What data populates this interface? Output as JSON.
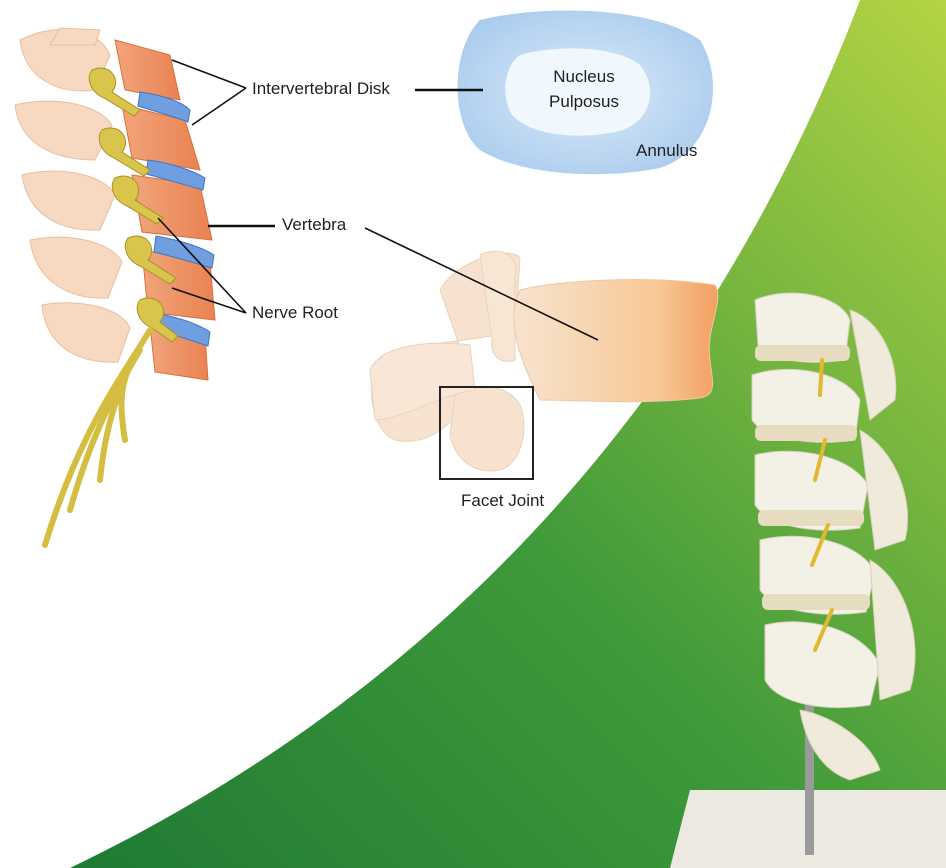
{
  "labels": {
    "intervertebral_disk": "Intervertebral Disk",
    "nucleus_line1": "Nucleus",
    "nucleus_line2": "Pulposus",
    "annulus": "Annulus",
    "vertebra": "Vertebra",
    "nerve_root": "Nerve Root",
    "facet_joint": "Facet Joint"
  },
  "colors": {
    "green_dark": "#2f8a3a",
    "green_light": "#a8cf45",
    "bone": "#f6d3b4",
    "bone_orange": "#f0a06a",
    "disk_blue": "#5b8fd6",
    "nerve_yellow": "#d8c24a",
    "annulus_blue": "#b9d6f1",
    "nucleus_white": "#eef6fd",
    "model_bone": "#f2efe4"
  }
}
